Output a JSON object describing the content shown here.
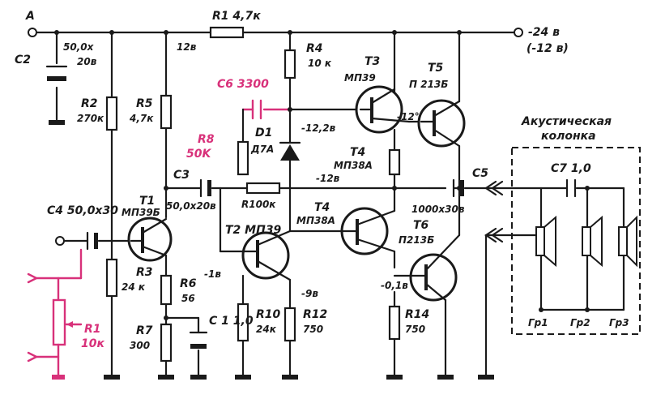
{
  "title": "",
  "terminals": {
    "input_a": "A",
    "supply": "-24 в",
    "supply_alt": "(-12 в)"
  },
  "capacitors": {
    "c1": "C 1 1,0",
    "c2_name": "C2",
    "c2_value": "50,0x",
    "c2_voltage": "20в",
    "c3_name": "C3",
    "c3_value": "50,0x20в",
    "c4_name": "C4",
    "c4_value": "C4 50,0x30",
    "c5_name": "C5",
    "c5_value": "1000x30в",
    "c6": "C6 3300",
    "c7": "C7 1,0"
  },
  "resistors": {
    "k1": "R1 4,7к",
    "r1_name": "R1",
    "r1_value": "10к",
    "r2_name": "R2",
    "r2_value": "270к",
    "r3_name": "R3",
    "r3_value": "24 к",
    "r4_name": "R4",
    "r4_value": "10 к",
    "r5_name": "R5",
    "r5_value": "4,7к",
    "r6_name": "R6",
    "r6_value": "56",
    "r7_name": "R7",
    "r7_value": "300",
    "r8_name": "R8",
    "r8_value": "50K",
    "r9": "R100к",
    "r10_name": "R10",
    "r10_value": "24к",
    "r12_name": "R12",
    "r12_value": "750",
    "r14_name": "R14",
    "r14_value": "750"
  },
  "transistors": {
    "t1_name": "T1",
    "t1_model": "МП39Б",
    "t2": "T2 МП39",
    "t3_name": "T3",
    "t3_model": "МП39",
    "t4a_name": "T4",
    "t4a_model": "МП38А",
    "t4b_name": "T4",
    "t4b_model": "МП38А",
    "t5_name": "T5",
    "t5_model": "П 213Б",
    "t6_name": "T6",
    "t6_model": "П213Б"
  },
  "diode": {
    "name": "D1",
    "model": "Д7А"
  },
  "voltages": {
    "v_12": "12в",
    "v_12_2": "-12,2в",
    "v_12b": "-12в",
    "v_12c": "-12°",
    "v_1": "-1в",
    "v_9": "-9в",
    "v_01": "-0,1в"
  },
  "speaker_box": {
    "title_line1": "Акустическая",
    "title_line2": "колонка",
    "gr1": "Гр1",
    "gr2": "Гр2",
    "gr3": "Гр3"
  },
  "colors": {
    "ink": "#1a1a1a",
    "accent": "#d8317a",
    "paper": "#ffffff"
  }
}
